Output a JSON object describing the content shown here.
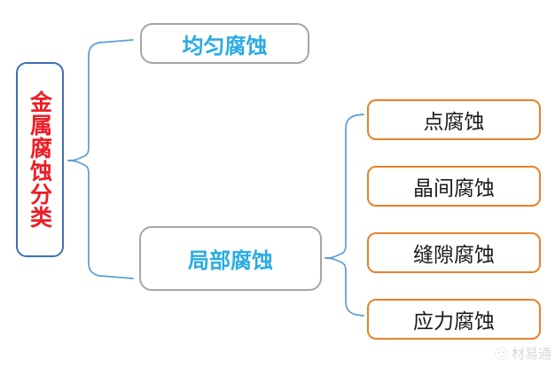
{
  "diagram": {
    "type": "tree",
    "title": "金属腐蚀分类",
    "root": {
      "label": "金属腐蚀分类",
      "text_color": "#ee1c25",
      "border_color": "#3f6fb5"
    },
    "branches": [
      {
        "label": "均匀腐蚀",
        "text_color": "#29ace3",
        "border_color": "#a6a6a6",
        "children": []
      },
      {
        "label": "局部腐蚀",
        "text_color": "#29ace3",
        "border_color": "#a6a6a6",
        "children": [
          {
            "label": "点腐蚀",
            "text_color": "#1a1a1a",
            "border_color": "#e8822a"
          },
          {
            "label": "晶间腐蚀",
            "text_color": "#1a1a1a",
            "border_color": "#e8822a"
          },
          {
            "label": "缝隙腐蚀",
            "text_color": "#1a1a1a",
            "border_color": "#e8822a"
          },
          {
            "label": "应力腐蚀",
            "text_color": "#1a1a1a",
            "border_color": "#e8822a"
          }
        ]
      }
    ],
    "connector_color": "#5b9bd5"
  },
  "watermark": {
    "icon": "circle-logo-icon",
    "text": "材易通",
    "color": "#b9b9b9"
  },
  "background_color": "#ffffff"
}
